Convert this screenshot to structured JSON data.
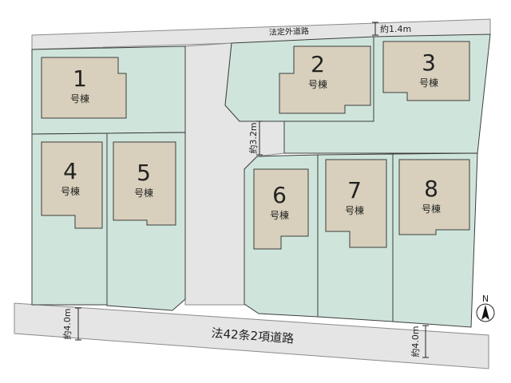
{
  "roads": {
    "private_road_label": "法定外道路",
    "public_road_label": "法42条2項道路"
  },
  "dimensions": {
    "top_road_width": "約1.4m",
    "passage_width": "約3.2m",
    "bottom_left_width": "約4.0m",
    "bottom_right_width": "約4.0m"
  },
  "houses": [
    {
      "number": "1",
      "label": "号棟"
    },
    {
      "number": "2",
      "label": "号棟"
    },
    {
      "number": "3",
      "label": "号棟"
    },
    {
      "number": "4",
      "label": "号棟"
    },
    {
      "number": "5",
      "label": "号棟"
    },
    {
      "number": "6",
      "label": "号棟"
    },
    {
      "number": "7",
      "label": "号棟"
    },
    {
      "number": "8",
      "label": "号棟"
    }
  ],
  "compass": {
    "label": "N"
  },
  "colors": {
    "lot": "#cfe5dc",
    "building": "#d8d0bc",
    "road": "#e5e5e5"
  }
}
